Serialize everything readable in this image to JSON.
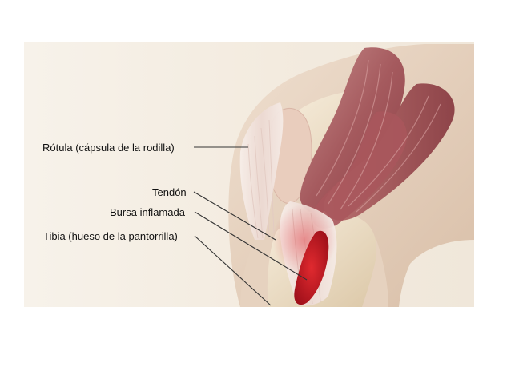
{
  "figure": {
    "labels": [
      {
        "id": "rotula",
        "text": "Rótula (cápsula de la rodilla)"
      },
      {
        "id": "tendon",
        "text": "Tendón"
      },
      {
        "id": "bursa",
        "text": "Bursa inflamada"
      },
      {
        "id": "tibia",
        "text": "Tibia (hueso de la pantorrilla)"
      }
    ],
    "colors": {
      "background_panel": "#f5efe6",
      "skin": "#ead8c6",
      "muscle": "#9b4d52",
      "muscle_light": "#c98a89",
      "bone": "#efe3cd",
      "tendon": "#f2e6e0",
      "inflamed_bursa": "#c0161e",
      "leader_line": "#333333"
    }
  }
}
